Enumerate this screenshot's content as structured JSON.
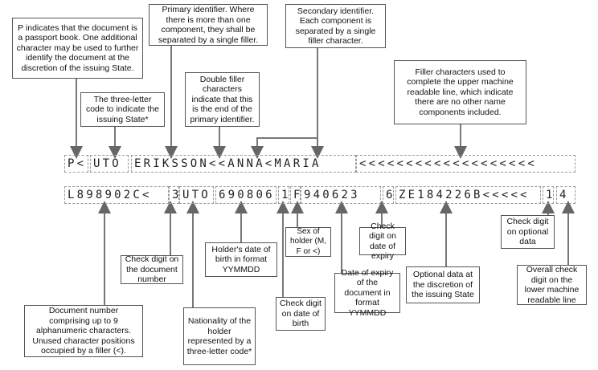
{
  "top_callouts": [
    "P indicates that the document is a passport book. One additional character may be used to further identify the document at the discretion of the issuing State.",
    "The three-letter code to indicate the issuing State*",
    "Primary identifier. Where there is more than one component, they shall be separated by a single filler.",
    "Double filler characters indicate that this is the end of the primary identifier.",
    "Secondary identifier. Each component is separated by a single filler character.",
    "Filler characters used to complete the upper machine readable line, which indicate there are no other name components included."
  ],
  "line1": [
    "P<",
    "UTO",
    "ERIKSSON<<ANNA<MARIA",
    "<<<<<<<<<<<<<<<<<<<"
  ],
  "line2": [
    "L898902C<",
    "3",
    "UTO",
    "690806",
    "1",
    "F",
    "940623",
    "6",
    "ZE184226B<<<<<",
    "1",
    "4"
  ],
  "bottom_callouts": [
    "Document number comprising up to 9 alphanumeric characters. Unused character positions occupied by a filler (<).",
    "Check digit on the document number",
    "Nationality of the holder represented by a three-letter code*",
    "Holder's date of birth in format YYMMDD",
    "Check digit on date of birth",
    "Sex of holder (M, F or <)",
    "Date of expiry of the document in format YYMMDD",
    "Check digit on date of expiry",
    "Optional data at the discretion of the issuing State",
    "Check digit on optional data",
    "Overall check digit on the lower machine readable line"
  ]
}
